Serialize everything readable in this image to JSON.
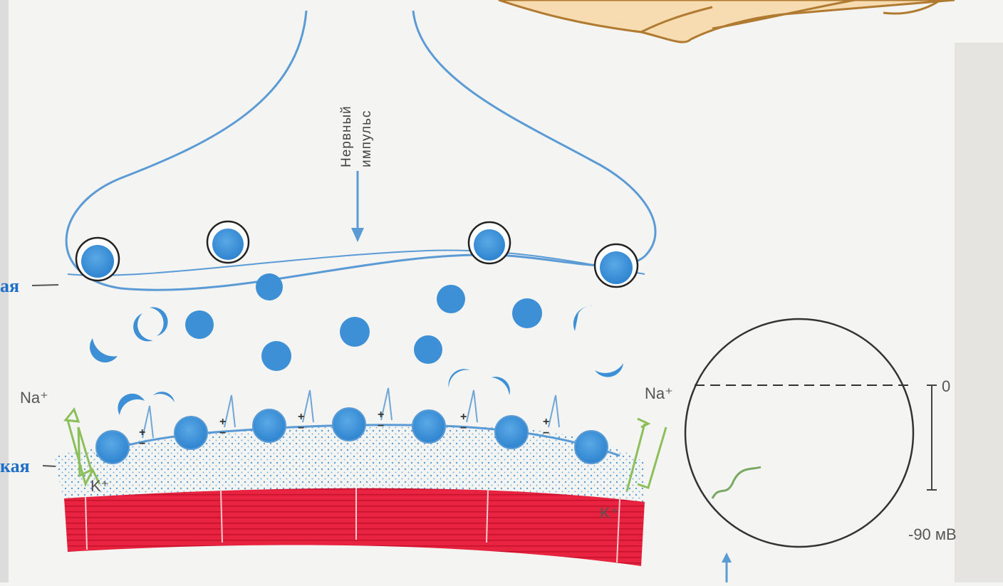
{
  "diagram": {
    "impulse_label_line1": "Нервный",
    "impulse_label_line2": "импульс",
    "left_label_top": "ая",
    "left_label_bottom": "кая",
    "na_left": "Na⁺",
    "na_right": "Na⁺",
    "k_left": "K⁺",
    "k_right": "K⁺",
    "gauge_zero": "0",
    "gauge_min": "-90 мВ"
  },
  "colors": {
    "membrane_blue": "#5b9bd5",
    "vesicle_blue": "#3d8fd6",
    "muscle_red": "#e0203a",
    "arrow_green": "#8bbf5a",
    "label_blue": "#1f6fc9"
  },
  "icons": {
    "impulse_arrow": "down-arrow-icon",
    "ion_arrows": "channel-arrow-icon"
  }
}
